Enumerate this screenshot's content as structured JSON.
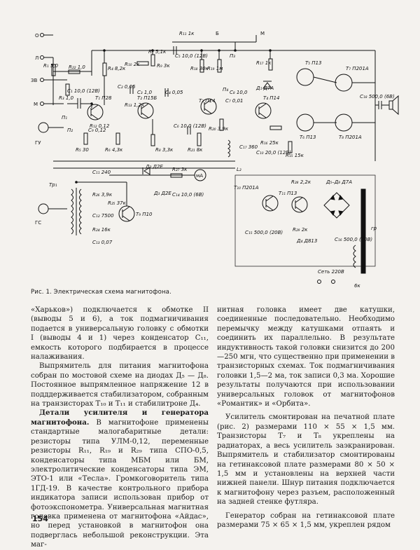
{
  "figure": {
    "caption": "Рис. 1. Электрическая схема магнитофона.",
    "labels": {
      "terminal_o": "О",
      "terminal_l": "Л",
      "terminal_3v": "ЗВ",
      "terminal_m": "М",
      "terminal_b": "Б",
      "terminal_m2": "М",
      "gu": "ГУ",
      "gs": "ГС",
      "seti": "Сеть 220В",
      "r1": "R₁ 5,0",
      "r2": "R₂ 1,0",
      "r3": "R₃ 1,0",
      "r22": "R₂₂ 1,0",
      "c1": "C₁ 10,0 (12В)",
      "r4": "R₄ 8,2к",
      "r5": "R₅ 30",
      "r6": "R₆ 4,3к",
      "r7": "R₇ 5,1к",
      "r8": "R₈ 3,3к",
      "r9": "R₉ 3к",
      "r10": "R₁₀ 2к",
      "r11": "R₁₁ 1к",
      "r12": "R₁₂ 0,12",
      "r13": "R₁₃ 1,2к",
      "r17": "R₁₇ 1к",
      "r18": "R₁₈ 30к",
      "r19": "R₁₉ 1м",
      "r20": "R₂₀ 3,9к",
      "r21": "R₂₁ 8к",
      "r24": "R₂₄ 16к",
      "r25": "R₂₅ 37к",
      "r26": "R₂₆ 3,9к",
      "r27": "R₂₇ 3к",
      "r28": "R₂₈ 2,2к",
      "r29": "R₂₉ 2к",
      "r16": "R₁₆ 25к",
      "r15": "R₁₅ 15к",
      "c2": "C₂ 0,05",
      "c3": "C₃ 1,0",
      "c4": "C₄ 0,05",
      "c5": "C₅ 10,0 (12В)",
      "c6": "C₆ 10,0 (12В)",
      "c7": "C₇ 0,01",
      "c8": "C₈ 10,0",
      "c9": "C₉ 0,12",
      "c10": "C₁₀ 20,0 (12В)",
      "c11": "C₁₁ 240",
      "c12": "C₁₂ 7500",
      "c13": "C₁₃ 0,07",
      "c14": "C₁₄ 10,0 (6В)",
      "c15": "C₁₅ 500,0 (20В)",
      "c16": "C₁₆ 500,0 (20В)",
      "c17": "C₁₇ 360",
      "c18": "C₁₈ 500,0 (6В)",
      "t1": "T₁ П28",
      "t2": "T₂ П15Б",
      "t3": "T₃ П14",
      "t4": "T₄ П14",
      "t5": "T₅ П13",
      "t6": "T₆ П13",
      "t7": "T₇ П201А",
      "t8": "T₈ П201А",
      "t9": "T₉ П10",
      "t10": "T₁₀ П201А",
      "t11": "T₁₁ П13",
      "d1": "Д₁ Д7А",
      "d2": "Д₂ Д2Е",
      "d3": "Д₃ Д2Е",
      "d4": "Д₄ Д813",
      "d5d8": "Д₅–Д₈ Д7А",
      "tr1": "Тр₁",
      "l2": "L₂",
      "p1": "П₁",
      "p2": "П₂",
      "p3": "П₃",
      "p4": "П₄",
      "ma": "мА",
      "v_6k": "6к",
      "rg": "гр"
    }
  },
  "text": {
    "left_col": [
      "«Харьков») подключается к обмотке II (выводы 5 и 6), а ток подмагничивания подается в универсальную головку с обмотки I (выводы 4 и 1) через конденсатор C₁₁, емкость которого подбирается в процессе налаживания.",
      "Выпрямитель для питания магнитофона собран по мостовой схеме на диодах Д₅ — Д₈. Постоянное выпрямленное напряжение 12 в подддерживается стабилизатором, собранным на транзисторах T₁₀ и T₁₁ и стабилитроне Д₄."
    ],
    "left_heading": "Детали усилителя и генератора магнитофона.",
    "left_col_after": "В магнитофоне применены стандартные малогабаритные детали: резисторы типа УЛМ-0,12, переменные резисторы R₁₁, R₁₉ и R₂₉ типа СПО-0,5, конденсаторы типа МБМ или БМ, электролитические конденсаторы типа ЭМ, ЭТО-1 или «Тесла». Громкоговоритель типа 1ГД-19. В качестве контрольного прибора индикатора записи использован прибор от фотоэкспонометра. Универсальная магнитная головка применена от магнитофона «Айдас», но перед установкой в магнитофон она подверглась небольшой реконструкции. Эта маг-",
    "right_col": [
      "нитная головка имеет две катушки, соединенные последовательно. Необходимо перемычку между катушками отпаять и соединить их параллельно. В результате индуктивность такой головки снизится до 200—250 мгн, что существенно при применении в транзисторных схемах. Ток подмагничивания головки 1,5—2 ма, ток записи 0,3 ма. Хорошие результаты получаются при использовании универсальных головок от магнитофонов «Романтик» и «Орбита».",
      "Усилитель смонтирован на печатной плате (рис. 2) размерами 110 × 55 × 1,5 мм. Транзисторы T₇ и T₈ укреплены на радиаторах, а весь усилитель заэкранирован. Выпрямитель и стабилизатор смонтированы на гетинаксовой плате размерами 80 × 50 × 1,5 мм и установлены на верхней части нижней панели. Шнур питания подключается к магнитофону через разъем, расположенный на задней стенке футляра.",
      "Генератор собран на гетинаксовой плате размерами 75 × 65 × 1,5 мм, укреплен рядом"
    ],
    "page_number": "154"
  }
}
